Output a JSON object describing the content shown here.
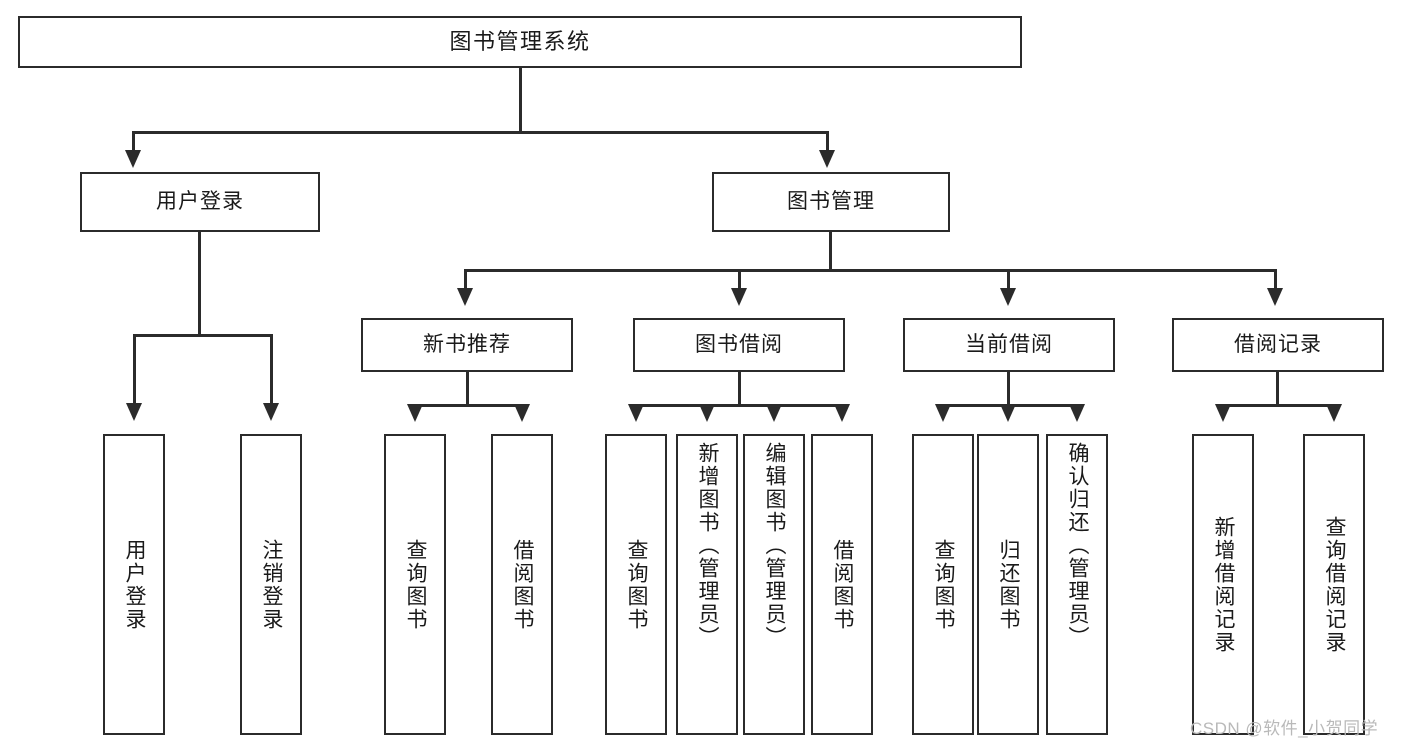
{
  "diagram": {
    "type": "tree",
    "title": "图书管理系统",
    "root": {
      "label": "图书管理系统"
    },
    "level2": [
      {
        "label": "用户登录"
      },
      {
        "label": "图书管理"
      }
    ],
    "level3": [
      {
        "label": "新书推荐"
      },
      {
        "label": "图书借阅"
      },
      {
        "label": "当前借阅"
      },
      {
        "label": "借阅记录"
      }
    ],
    "leaves": {
      "user_login": [
        {
          "label": "用户登录"
        },
        {
          "label": "注销登录"
        }
      ],
      "new_book": [
        {
          "label": "查询图书"
        },
        {
          "label": "借阅图书"
        }
      ],
      "book_borrow": [
        {
          "label": "查询图书"
        },
        {
          "label": "新增图书（管理员）"
        },
        {
          "label": "编辑图书（管理员）"
        },
        {
          "label": "借阅图书"
        }
      ],
      "current_borrow": [
        {
          "label": "查询图书"
        },
        {
          "label": "归还图书"
        },
        {
          "label": "确认归还（管理员）"
        }
      ],
      "borrow_record": [
        {
          "label": "新增借阅记录"
        },
        {
          "label": "查询借阅记录"
        }
      ]
    }
  },
  "watermark": {
    "text": "CSDN @软件_小贺同学"
  },
  "colors": {
    "border": "#2b2b2b",
    "text": "#1a1a1a",
    "background": "#ffffff",
    "watermark": "#b9b9b9"
  }
}
